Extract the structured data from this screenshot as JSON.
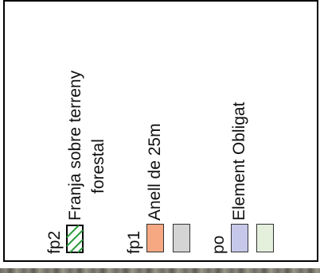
{
  "legend": {
    "groups": [
      {
        "code": "fp2",
        "label_line1": "Franja sobre terreny",
        "label_line2": "forestal",
        "swatches": [
          {
            "fill": "#ffffff",
            "border": "#000000",
            "pattern": "diagonal-hatch",
            "hatch_color": "#2e9e3e"
          }
        ]
      },
      {
        "code": "fp1",
        "label_line1": "Anell de 25m",
        "swatches": [
          {
            "fill": "#f5a882",
            "border": "#333333"
          },
          {
            "fill": "#d4d4d4",
            "border": "#333333"
          }
        ]
      },
      {
        "code": "po",
        "label_line1": "Element Obligat",
        "swatches": [
          {
            "fill": "#c6c8ea",
            "border": "#333333"
          },
          {
            "fill": "#e4efdc",
            "border": "#333333"
          }
        ]
      }
    ]
  }
}
